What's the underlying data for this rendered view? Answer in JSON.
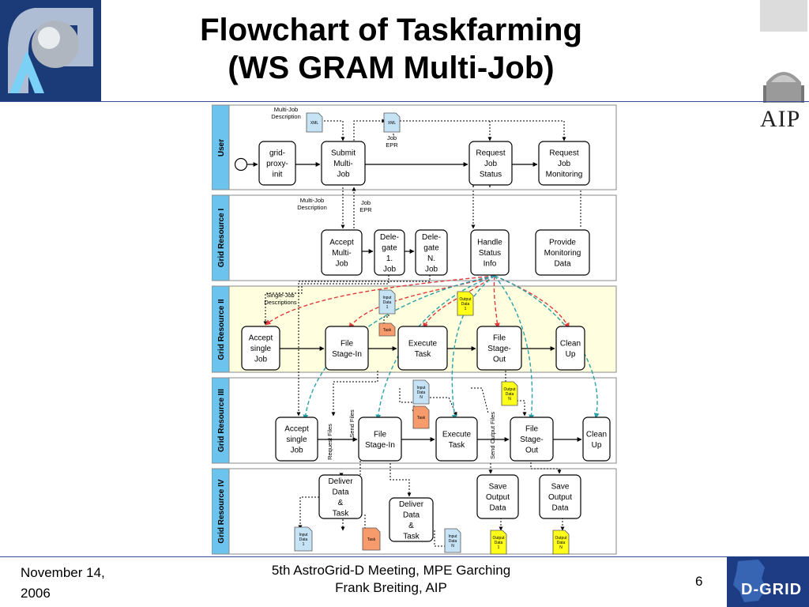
{
  "title": {
    "line1": "Flowchart of Taskfarming",
    "line2": "(WS GRAM Multi-Job)"
  },
  "footer": {
    "date_line1": "November 14,",
    "date_line2": "2006",
    "center_line1": "5th AstroGrid-D Meeting, MPE Garching",
    "center_line2": "Frank Breiting, AIP",
    "page": "6"
  },
  "logos": {
    "aip": "AIP",
    "dgrid": "D-GRID"
  },
  "lanes": {
    "user": "User",
    "gr1": "Grid Resource I",
    "gr2": "Grid Resource II",
    "gr3": "Grid Resource III",
    "gr4": "Grid Resource IV"
  },
  "labels": {
    "multi_job_description": "Multi-Job Description",
    "job_epr": "Job EPR",
    "single_job_descriptions": "Single-Job Descriptions",
    "send_files": "Send Files",
    "request_files": "Request Files",
    "send_output_files": "Send Output Files"
  },
  "docs": {
    "xml": "XML",
    "input_1": "Input Data 1",
    "input_n": "Input Data N",
    "output_1": "Output Data 1",
    "output_n": "Output Data N",
    "task": "Task"
  },
  "boxes": {
    "grid_proxy_init": "grid- proxy- init",
    "submit_multi_job": "Submit Multi- Job",
    "request_job_status": "Request Job Status",
    "request_job_monitoring": "Request Job Monitoring",
    "accept_multi_job": "Accept Multi- Job",
    "delegate_1": "Dele- gate 1. Job",
    "delegate_n": "Dele- gate N. Job",
    "handle_status_info": "Handle Status Info",
    "provide_monitoring_data": "Provide Monitoring Data",
    "accept_single_job": "Accept single Job",
    "file_stage_in": "File Stage-In",
    "execute_task": "Execute Task",
    "file_stage_out": "File Stage- Out",
    "clean_up": "Clean Up",
    "deliver_data_task": "Deliver Data & Task",
    "save_output_data": "Save Output Data"
  },
  "colors": {
    "lane_label": "#6cc4ee",
    "lane_white": "#ffffff",
    "lane_yellow": "#ffffe0",
    "doc_blue": "#c6e3f5",
    "doc_yellow": "#ffff1a",
    "doc_orange": "#f79b6c",
    "line_red": "#e03a3a",
    "line_teal": "#2aa0a8",
    "title_rule": "#3a4a9a"
  }
}
